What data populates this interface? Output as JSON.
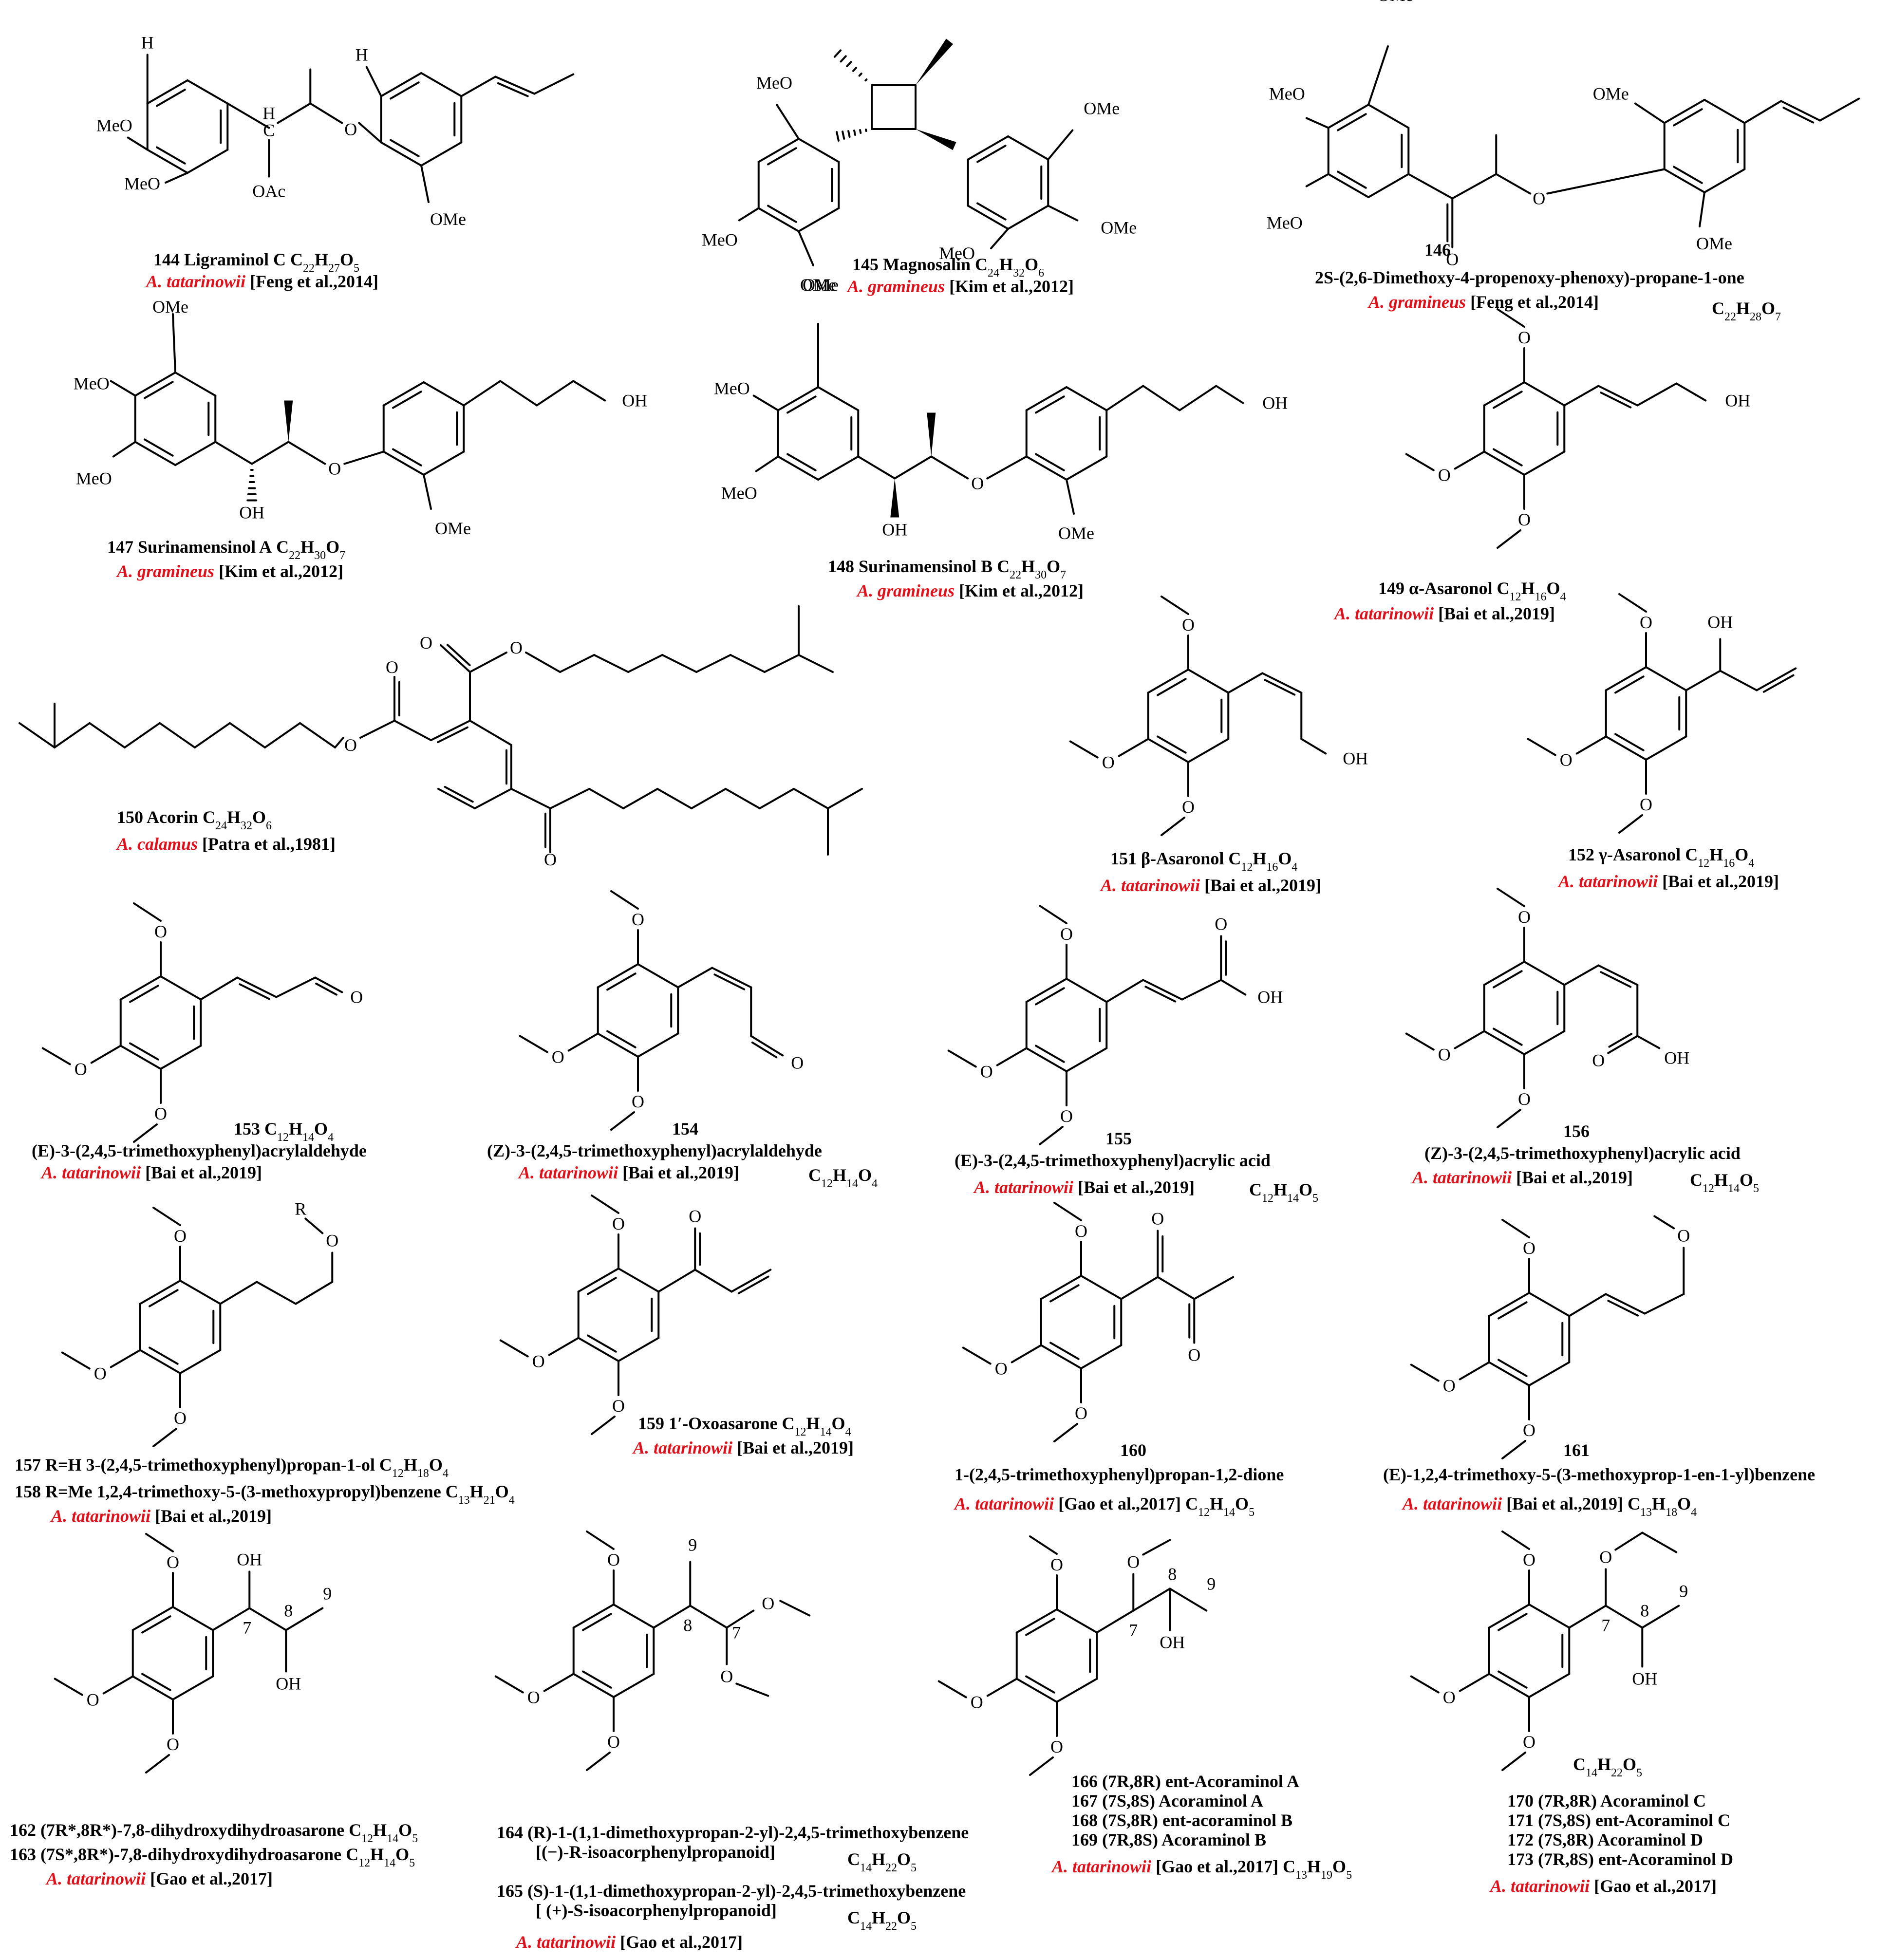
{
  "compounds": [
    {
      "name": "144  Ligraminol C",
      "formula": "C22H27O5",
      "species": "A. tatarinowii",
      "ref": "[Feng et al.,2014]"
    },
    {
      "name": "145  Magnosalin",
      "formula": "C24H32O6",
      "species": "A. gramineus",
      "ref": "[Kim et al.,2012]"
    },
    {
      "id": "146",
      "name": "2S-(2,6-Dimethoxy-4-propenoxy-phenoxy)-propane-1-one",
      "formula": "C22H28O7",
      "species": "A. gramineus",
      "ref": "[Feng et al.,2014]"
    },
    {
      "name": "147  Surinamensinol  A",
      "formula": "C22H30O7",
      "species": "A. gramineus",
      "ref": "[Kim et al.,2012]"
    },
    {
      "name": "148  Surinamensinol  B",
      "formula": "C22H30O7",
      "species": "A. gramineus",
      "ref": "[Kim et al.,2012]"
    },
    {
      "name": "149  α-Asaronol",
      "formula": "C12H16O4",
      "species": "A. tatarinowii",
      "ref": "[Bai et al.,2019]"
    },
    {
      "name": "150  Acorin",
      "formula": "C24H32O6",
      "species": "A. calamus",
      "ref": "[Patra et al.,1981]"
    },
    {
      "name": "151  β-Asaronol",
      "formula": "C12H16O4",
      "species": "A. tatarinowii",
      "ref": "[Bai et al.,2019]"
    },
    {
      "name": "152   γ-Asaronol",
      "formula": "C12H16O4",
      "species": "A. tatarinowii",
      "ref": "[Bai et al.,2019]"
    },
    {
      "id": "153",
      "name": "(E)-3-(2,4,5-trimethoxyphenyl)acrylaldehyde",
      "formula": "C12H14O4",
      "species": "A. tatarinowii",
      "ref": "[Bai et al.,2019]"
    },
    {
      "id": "154",
      "name": "(Z)-3-(2,4,5-trimethoxyphenyl)acrylaldehyde",
      "formula": "C12H14O4",
      "species": "A. tatarinowii",
      "ref": "[Bai et al.,2019]"
    },
    {
      "id": "155",
      "name": "(E)-3-(2,4,5-trimethoxyphenyl)acrylic acid",
      "formula": "C12H14O5",
      "species": "A. tatarinowii",
      "ref": "[Bai et al.,2019]"
    },
    {
      "id": "156",
      "name": "(Z)-3-(2,4,5-trimethoxyphenyl)acrylic acid",
      "formula": "C12H14O5",
      "species": "A. tatarinowii",
      "ref": "[Bai et al.,2019]"
    },
    {
      "line1": "157 R=H   3-(2,4,5-trimethoxyphenyl)propan-1-ol",
      "formula1": "C12H18O4",
      "line2": "158 R=Me  1,2,4-trimethoxy-5-(3-methoxypropyl)benzene",
      "formula2": "C13H21O4",
      "species": "A. tatarinowii",
      "ref": "[Bai et al.,2019]"
    },
    {
      "name": "159 1′-Oxoasarone",
      "formula": "C12H14O4",
      "species": "A. tatarinowii",
      "ref": "[Bai et al.,2019]"
    },
    {
      "id": "160",
      "name": "1-(2,4,5-trimethoxyphenyl)propan-1,2-dione",
      "formula": "C12H14O5",
      "species": "A. tatarinowii",
      "ref": "[Gao et al.,2017]"
    },
    {
      "id": "161",
      "name": "(E)-1,2,4-trimethoxy-5-(3-methoxyprop-1-en-1-yl)benzene",
      "formula": "C13H18O4",
      "species": "A. tatarinowii",
      "ref": "[Bai et al.,2019]"
    },
    {
      "line1": "162 (7R*,8R*)-7,8-dihydroxydihydroasarone",
      "formula1": "C12H14O5",
      "line2": "163 (7S*,8R*)-7,8-dihydroxydihydroasarone",
      "formula2": "C12H14O5",
      "species": "A. tatarinowii",
      "ref": "[Gao et al.,2017]"
    },
    {
      "line1": "164 (R)-1-(1,1-dimethoxypropan-2-yl)-2,4,5-trimethoxybenzene",
      "line1b": "[(−)-R-isoacorphenylpropanoid]",
      "formula1": "C14H22O5",
      "line2": "165 (S)-1-(1,1-dimethoxypropan-2-yl)-2,4,5-trimethoxybenzene",
      "line2b": "[ (+)-S-isoacorphenylpropanoid]",
      "formula2": "C14H22O5",
      "species": "A. tatarinowii",
      "ref": "[Gao et al.,2017]"
    },
    {
      "lines": [
        "166 (7R,8R) ent-Acoraminol A",
        "167  (7S,8S)  Acoraminol A",
        "168  (7S,8R)  ent-acoraminol B",
        "169  (7R,8S)  Acoraminol B"
      ],
      "formula": "C13H19O5",
      "species": "A. tatarinowii",
      "ref": "[Gao et al.,2017]"
    },
    {
      "formula": "C14H22O5",
      "lines": [
        "170  (7R,8R) Acoraminol C",
        "171  (7S,8S)  ent-Acoraminol C",
        "172  (7S,8R)  Acoraminol D",
        "173  (7R,8S)  ent-Acoraminol D"
      ],
      "species": "A. tatarinowii",
      "ref": "[Gao et al.,2017]"
    }
  ],
  "atom_labels": {
    "H": "H",
    "MeO": "MeO",
    "OMe": "OMe",
    "OAc": "OAc",
    "O": "O",
    "OH": "OH",
    "R": "R",
    "n7": "7",
    "n8": "8",
    "n9": "9"
  }
}
